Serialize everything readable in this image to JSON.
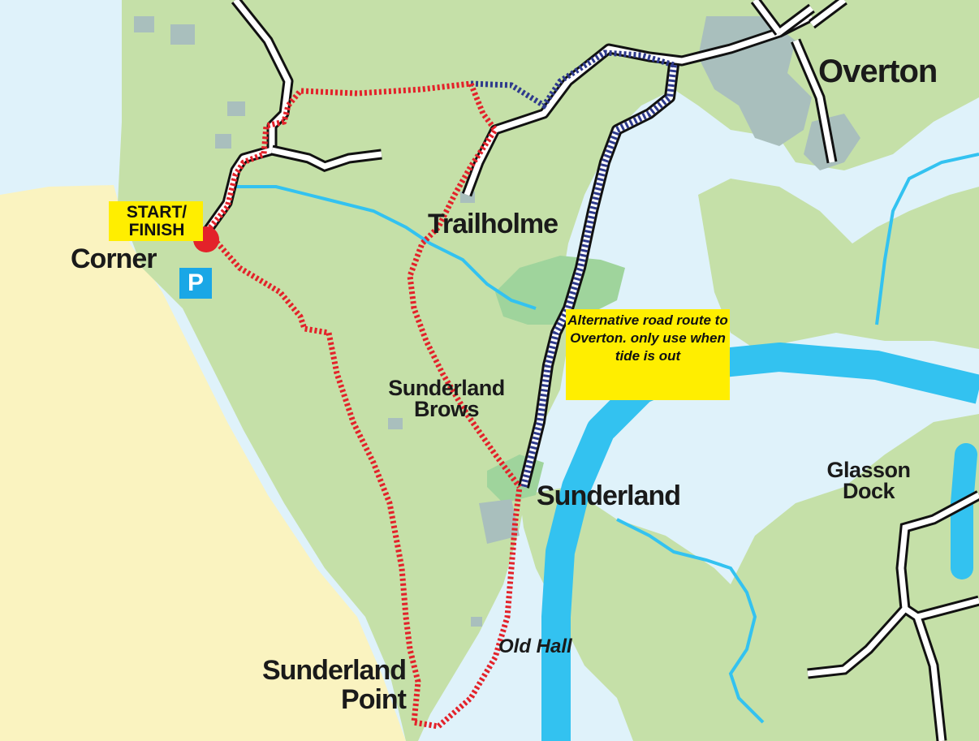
{
  "map": {
    "colors": {
      "land": "#c5e0a8",
      "sand": "#faf3c0",
      "estuary": "#dff2fa",
      "river": "#33c2f0",
      "woodland": "#9fd49c",
      "buildings": "#a9bfbd",
      "road": "#ffffff",
      "road_casing": "#111111",
      "main_route": "#e3222a",
      "alternative_route": "#2e3a8c",
      "start_marker": "#e3222a",
      "label_background": "#ffee00",
      "parking": "#1aa7e6"
    },
    "labels": {
      "overton": "Overton",
      "trailholme": "Trailholme",
      "corner": "Corner",
      "sunderland_brows": "Sunderland Brows",
      "sunderland": "Sunderland",
      "glasson_dock": "Glasson Dock",
      "old_hall": "Old Hall",
      "sunderland_point": "Sunderland Point"
    },
    "start_label": "START/ FINISH",
    "parking_symbol": "P",
    "alternative_route_note": "Alternative road route to Overton. only use when tide is out"
  }
}
